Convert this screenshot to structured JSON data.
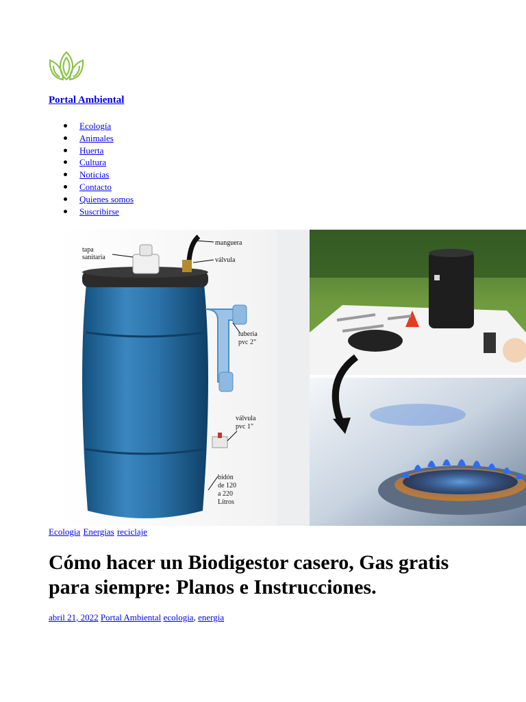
{
  "site": {
    "title": "Portal Ambiental",
    "logo_icon": "leaf-logo-icon",
    "accent": "#8bc34a"
  },
  "nav": [
    {
      "label": "Ecología"
    },
    {
      "label": "Animales"
    },
    {
      "label": "Huerta"
    },
    {
      "label": "Cultura"
    },
    {
      "label": "Noticias"
    },
    {
      "label": "Contacto"
    },
    {
      "label": "Quienes somos"
    },
    {
      "label": "Suscribirse"
    }
  ],
  "hero": {
    "labels": {
      "tapa": [
        "tapa",
        "sanitaria"
      ],
      "manguera": "manguera",
      "valvula": "válvula",
      "tuberia": [
        "tuberia",
        "pvc 2\""
      ],
      "valvula2": [
        "válvula",
        "pvc 1\""
      ],
      "bidon": [
        "bidón",
        "de 120",
        "a 220",
        "Litros"
      ]
    }
  },
  "categories": [
    {
      "label": "Ecologia"
    },
    {
      "label": "Energias"
    },
    {
      "label": "reciclaje"
    }
  ],
  "post": {
    "title": "Cómo hacer un Biodigestor casero, Gas gratis para siempre: Planos e Instrucciones.",
    "date": "abril 21, 2022",
    "author": "Portal Ambiental",
    "tags": [
      {
        "label": "ecologia"
      },
      {
        "label": "energia"
      }
    ]
  }
}
